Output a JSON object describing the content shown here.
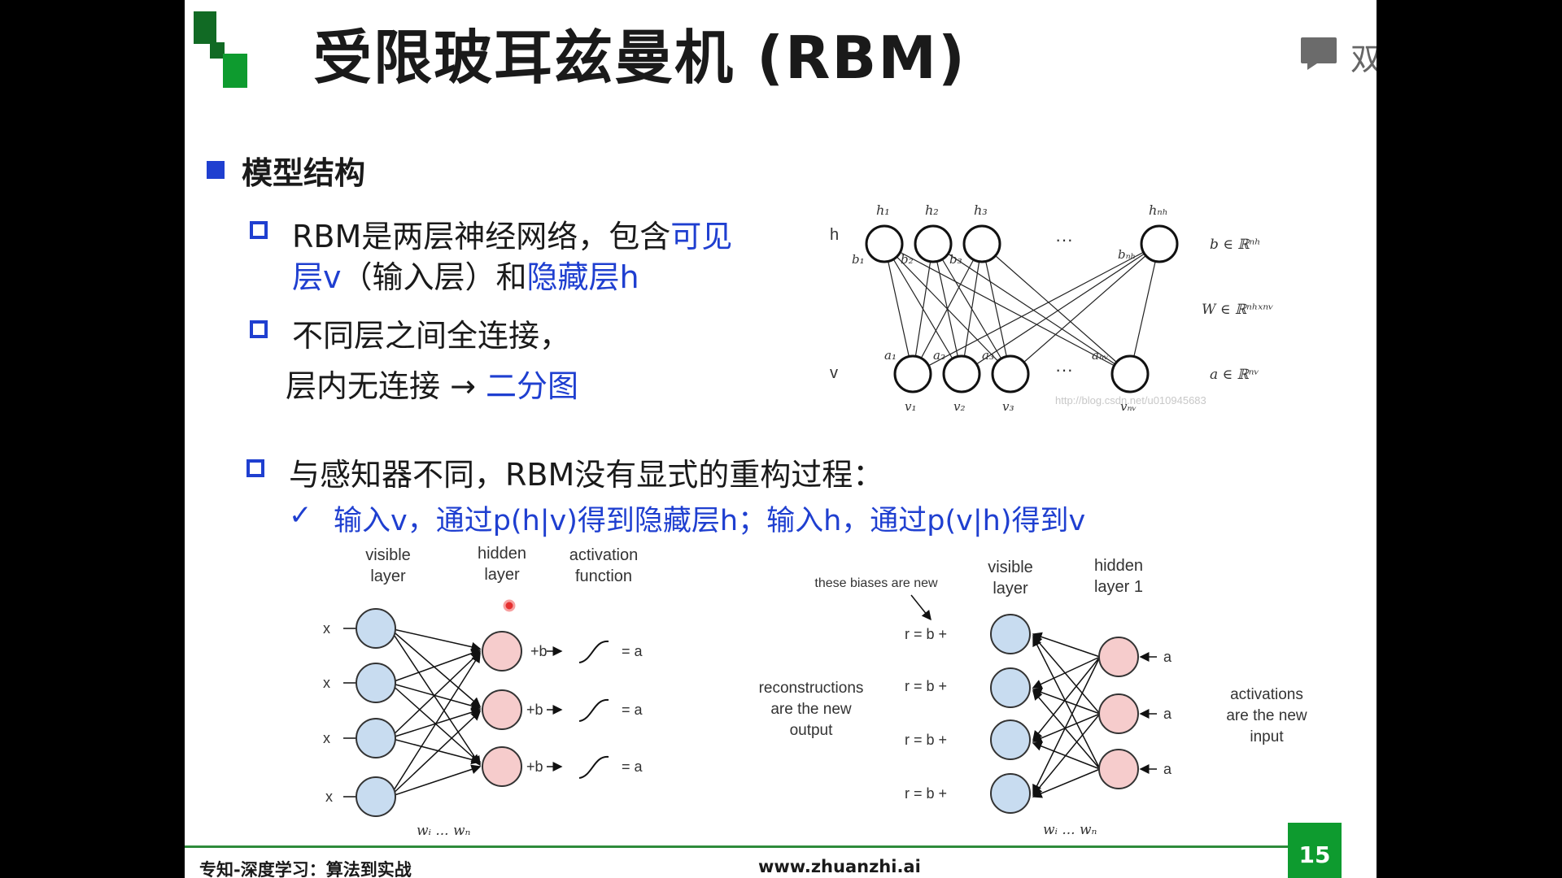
{
  "title": "受限玻耳兹曼机 (RBM)",
  "colors": {
    "accent_blue": "#1f3fd0",
    "brand_green": "#0e9b2f",
    "dark_green": "#116a24"
  },
  "section": {
    "label": "模型结构"
  },
  "bullets": [
    {
      "line1_a": "RBM是两层神经网络，包含",
      "line1_b": "可见",
      "line2_a": "层v",
      "line2_b": "（输入层）和",
      "line2_c": "隐藏层h"
    },
    {
      "line1": "不同层之间全连接，",
      "line2_a": "层内无连接 → ",
      "line2_b": "二分图"
    },
    {
      "line1": "与感知器不同，RBM没有显式的重构过程："
    }
  ],
  "check_item": {
    "mark": "✓",
    "text": "输入v，通过p(h|v)得到隐藏层h；输入h，通过p(v|h)得到v"
  },
  "rbm_graph": {
    "row_h": "h",
    "row_v": "v",
    "h_labels": [
      "h₁",
      "h₂",
      "h₃",
      "hₙₕ"
    ],
    "b_labels": [
      "b₁",
      "b₂",
      "b₃",
      "bₙₕ"
    ],
    "a_labels": [
      "a₁",
      "a₂",
      "a₃",
      "aₙᵥ"
    ],
    "v_labels": [
      "v₁",
      "v₂",
      "v₃",
      "vₙᵥ"
    ],
    "dots": "···",
    "eq_b": "b ∈ ℝⁿʰ",
    "eq_w": "W ∈ ℝⁿʰˣⁿᵛ",
    "eq_a": "a ∈ ℝⁿᵛ",
    "watermark": "http://blog.csdn.net/u010945683"
  },
  "fig_forward": {
    "col1": [
      "visible",
      "layer"
    ],
    "col2": [
      "hidden",
      "layer"
    ],
    "col3": [
      "activation",
      "function"
    ],
    "x_label": "x",
    "bias_label": "+b",
    "out_label": "= a",
    "weights": "wᵢ ... wₙ"
  },
  "fig_recon": {
    "note": "these biases are new",
    "col1": [
      "visible",
      "layer"
    ],
    "col2": [
      "hidden",
      "layer 1"
    ],
    "r_label": "r = b +",
    "a_label": "a",
    "left_text": [
      "reconstructions",
      "are the new",
      "output"
    ],
    "right_text": [
      "activations",
      "are the new",
      "input"
    ],
    "weights": "wᵢ ... wₙ"
  },
  "footer": {
    "left": "专知-深度学习：算法到实战",
    "center": "www.zhuanzhi.ai",
    "page": "15"
  },
  "corner_text": "双"
}
